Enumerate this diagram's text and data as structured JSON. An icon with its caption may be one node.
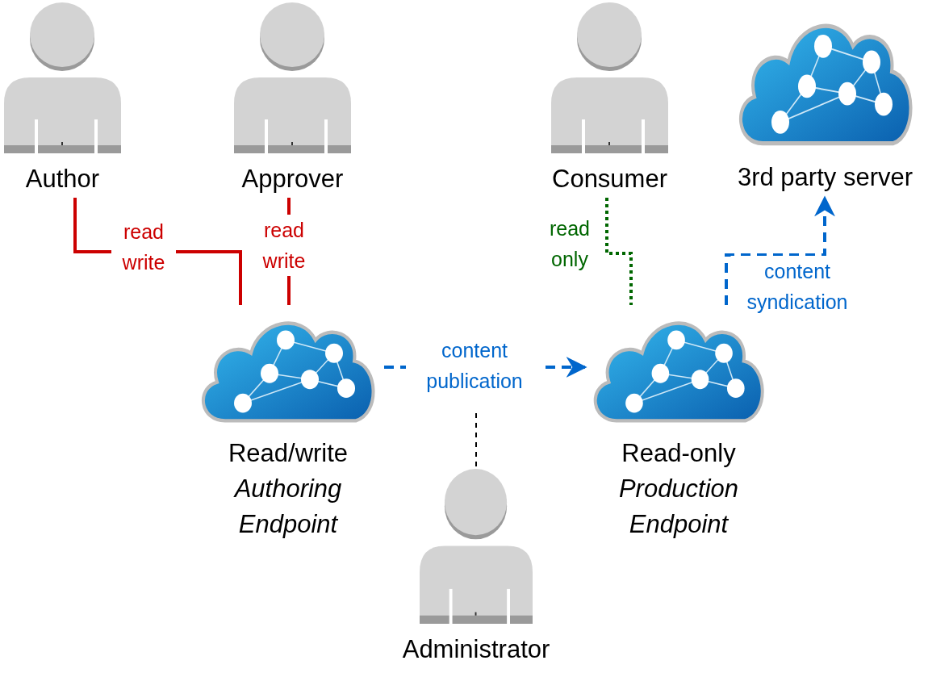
{
  "diagram": {
    "nodes": [
      {
        "text": [
          "Author"
        ]
      },
      {
        "text": [
          "Approver"
        ]
      },
      {
        "text": [
          "Consumer"
        ]
      },
      {
        "text": [
          "3rd party server"
        ]
      },
      {
        "text": [
          "Read/write",
          "Authoring Endpoint"
        ]
      },
      {
        "text": [
          "Read-only",
          "Production Endpoint"
        ]
      },
      {
        "text": [
          "Administrator"
        ]
      }
    ],
    "edges": [
      {
        "from": 0,
        "to": 4,
        "arrow": "none",
        "label": "read write",
        "color": "#cc0000"
      },
      {
        "from": 1,
        "to": 4,
        "arrow": "none",
        "label": "read write",
        "color": "#cc0000"
      },
      {
        "from": 2,
        "to": 5,
        "arrow": "none",
        "label": "read only",
        "style": "dashed",
        "color": "#006600"
      },
      {
        "from": 4,
        "to": 5,
        "arrow": "to",
        "label": "content publication",
        "style": "dashed",
        "color": "#0066cc"
      },
      {
        "from": 5,
        "to": 3,
        "arrow": "to",
        "label": "content syndication",
        "style": "dashed",
        "color": "#0066cc"
      },
      {
        "from": 6,
        "to": null,
        "arrow": "none",
        "style": "dashed",
        "color": "#000000"
      }
    ]
  }
}
